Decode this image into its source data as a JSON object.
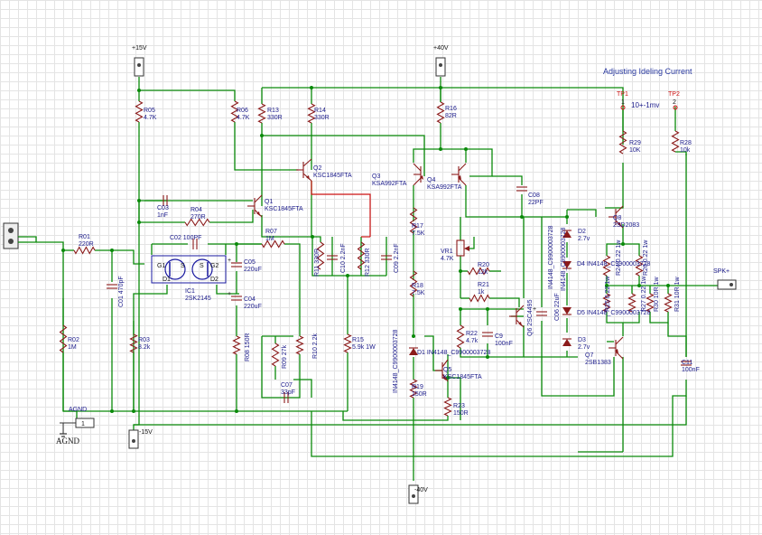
{
  "annotations": {
    "title": "Adjusting Ideling Current",
    "tp_note": "10+-1mv"
  },
  "rails": {
    "p15": "+15V",
    "p40": "+40V",
    "m15": "-15V",
    "m40": "-40V",
    "agnd": "AGND",
    "agnd_symbol": "AGND",
    "spk": "SPK+"
  },
  "test_points": {
    "tp1": "TP1",
    "tp1_pin": "1",
    "tp2": "TP2",
    "tp2_pin": "2"
  },
  "parts": {
    "R05": {
      "ref": "R05",
      "val": "4.7K"
    },
    "R06": {
      "ref": "R06",
      "val": "4.7K"
    },
    "R13": {
      "ref": "R13",
      "val": "330R"
    },
    "R14": {
      "ref": "R14",
      "val": "330R"
    },
    "R16": {
      "ref": "R16",
      "val": "82R"
    },
    "R29": {
      "ref": "R29",
      "val": "10K"
    },
    "R28": {
      "ref": "R28",
      "val": "10k"
    },
    "C03": {
      "ref": "C03",
      "val": "1nF"
    },
    "R04": {
      "ref": "R04",
      "val": "270R"
    },
    "Q1": {
      "ref": "Q1",
      "val": "KSC1845FTA"
    },
    "Q2": {
      "ref": "Q2",
      "val": "KSC1845FTA"
    },
    "Q3": {
      "ref": "Q3",
      "val": "KSA992FTA"
    },
    "Q4": {
      "ref": "Q4",
      "val": "KSA992FTA"
    },
    "C08": {
      "ref": "C08",
      "val": "22PF"
    },
    "Q8": {
      "ref": "Q8",
      "val": "2SD2083"
    },
    "R01": {
      "ref": "R01",
      "val": "220R"
    },
    "C02": {
      "ref": "C02",
      "val": "100PF"
    },
    "R07": {
      "ref": "R07",
      "val": "1M"
    },
    "C05": {
      "ref": "C05",
      "val": "220uF"
    },
    "IC1": {
      "ref": "IC1",
      "val": "2SK2145"
    },
    "C01": {
      "ref": "C01",
      "val": "470pF"
    },
    "R11": {
      "ref": "R11",
      "val": "330R"
    },
    "C10": {
      "ref": "C10",
      "val": "2.2nF"
    },
    "R12": {
      "ref": "R12",
      "val": "330R"
    },
    "C09": {
      "ref": "C09",
      "val": "2.2nF"
    },
    "R17": {
      "ref": "R17",
      "val": "7.5K"
    },
    "VR1": {
      "ref": "VR1",
      "val": "4.7K"
    },
    "R20": {
      "ref": "R20",
      "val": "12k"
    },
    "R21": {
      "ref": "R21",
      "val": "1k"
    },
    "D2": {
      "ref": "D2",
      "val": "2.7v"
    },
    "D4": {
      "ref": "D4",
      "val": "IN4148_C9900003728"
    },
    "R24": {
      "ref": "R24",
      "val": "0.22 1w"
    },
    "R26": {
      "ref": "R26",
      "val": "0.22 1w"
    },
    "R02": {
      "ref": "R02",
      "val": "1M"
    },
    "R03": {
      "ref": "R03",
      "val": "8.2k"
    },
    "C04": {
      "ref": "C04",
      "val": "220uF"
    },
    "R08": {
      "ref": "R08",
      "val": "150R"
    },
    "R09": {
      "ref": "R09",
      "val": "27k"
    },
    "R10": {
      "ref": "R10",
      "val": "2.2k"
    },
    "C07": {
      "ref": "C07",
      "val": "33pF"
    },
    "R15": {
      "ref": "R15",
      "val": "5.9k 1W"
    },
    "R18": {
      "ref": "R18",
      "val": "7.5K"
    },
    "D1": {
      "ref": "D1",
      "val": "IN4148_C9900003728"
    },
    "R19": {
      "ref": "R19",
      "val": "150R"
    },
    "Q5": {
      "ref": "Q5",
      "val": "KSC1845FTA"
    },
    "R23": {
      "ref": "R23",
      "val": "150R"
    },
    "R22": {
      "ref": "R22",
      "val": "4.7k"
    },
    "C9": {
      "ref": "C9",
      "val": "100nF"
    },
    "Q6": {
      "ref": "Q6",
      "val": "2SC4495"
    },
    "C06": {
      "ref": "C06",
      "val": "22uF"
    },
    "D5": {
      "ref": "D5",
      "val": "IN4148_C9900003728"
    },
    "D3": {
      "ref": "D3",
      "val": "2.7v"
    },
    "Q7": {
      "ref": "Q7",
      "val": "2SB1383"
    },
    "R25": {
      "ref": "R25",
      "val": "0.22 1w"
    },
    "R27": {
      "ref": "R27",
      "val": "0.22 1w"
    },
    "R30": {
      "ref": "R30",
      "val": "10R 1w"
    },
    "R31": {
      "ref": "R31",
      "val": "10R 1w"
    },
    "C11": {
      "ref": "C11",
      "val": "100nF"
    }
  },
  "ic_pins": [
    "D1",
    "S",
    "G1",
    "G2",
    "S",
    "D2"
  ]
}
